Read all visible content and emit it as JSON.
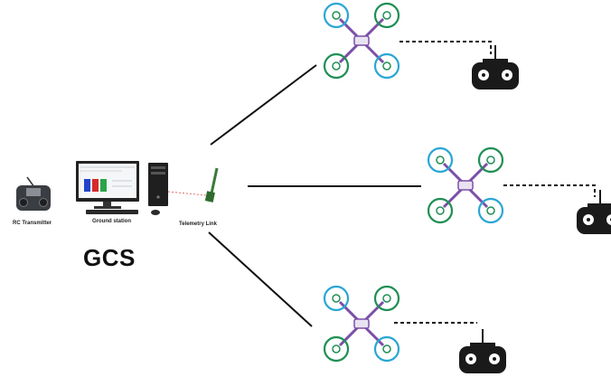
{
  "labels": {
    "rc_transmitter": "RC Transmitter",
    "ground_station": "Ground station",
    "telemetry_link": "Telemetry Link",
    "gcs": "GCS"
  },
  "colors": {
    "prop_green": "#1e8f54",
    "prop_blue": "#2aa6d4",
    "frame_purple": "#7b4fa8",
    "line": "#111111",
    "controller": "#1a1a1a"
  },
  "icons": [
    "rc-transmitter-icon",
    "computer-icon",
    "telemetry-antenna-icon",
    "quadcopter-icon",
    "remote-controller-icon"
  ]
}
